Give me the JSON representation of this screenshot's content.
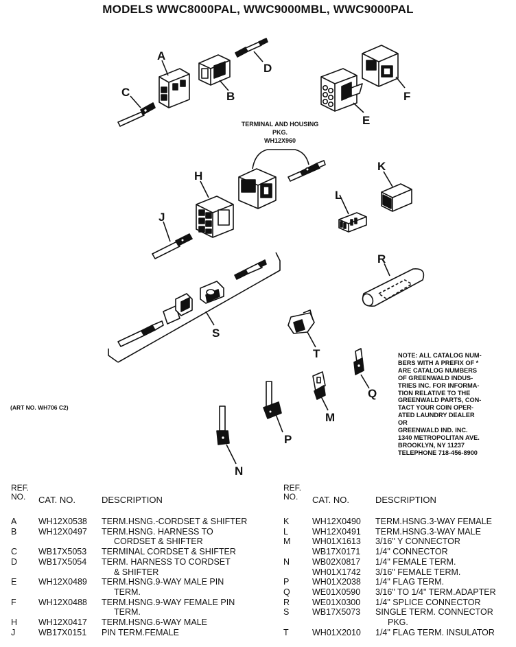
{
  "title": "MODELS WWC8000PAL, WWC9000MBL, WWC9000PAL",
  "callouts": {
    "A": "A",
    "B": "B",
    "C": "C",
    "D": "D",
    "E": "E",
    "F": "F",
    "H": "H",
    "J": "J",
    "K": "K",
    "L": "L",
    "R": "R",
    "S": "S",
    "T": "T",
    "Q": "Q",
    "M": "M",
    "P": "P",
    "N": "N"
  },
  "pkg_label": {
    "line1": "TERMINAL AND HOUSING",
    "line2": "PKG.",
    "line3": "WH12X960"
  },
  "art_no": "(ART NO. WH706 C2)",
  "note": [
    "NOTE: ALL CATALOG NUM-",
    "BERS WITH A PREFIX OF *",
    "ARE CATALOG NUMBERS",
    "OF GREENWALD INDUS-",
    "TRIES INC. FOR INFORMA-",
    "TION RELATIVE TO THE",
    "GREENWALD PARTS, CON-",
    "TACT YOUR COIN OPER-",
    "ATED LAUNDRY DEALER",
    "OR",
    "GREENWALD IND. INC.",
    "1340 METROPOLITAN AVE.",
    "BROOKLYN, NY 11237",
    "TELEPHONE 718-456-8900"
  ],
  "table_headers": {
    "ref1": "REF.",
    "ref2": "NO.",
    "cat": "CAT. NO.",
    "desc": "DESCRIPTION"
  },
  "parts_left": [
    {
      "ref": "A",
      "cat": "WH12X0538",
      "desc": [
        "TERM.HSNG.-CORDSET & SHIFTER"
      ]
    },
    {
      "ref": "B",
      "cat": "WH12X0497",
      "desc": [
        "TERM.HSNG. HARNESS TO",
        "CORDSET & SHIFTER"
      ]
    },
    {
      "ref": "C",
      "cat": "WB17X5053",
      "desc": [
        "TERMINAL CORDSET & SHIFTER"
      ]
    },
    {
      "ref": "D",
      "cat": "WB17X5054",
      "desc": [
        "TERM. HARNESS TO CORDSET",
        "& SHIFTER"
      ]
    },
    {
      "ref": "E",
      "cat": "WH12X0489",
      "desc": [
        "TERM.HSNG.9-WAY MALE PIN",
        "TERM."
      ]
    },
    {
      "ref": "F",
      "cat": "WH12X0488",
      "desc": [
        "TERM.HSNG.9-WAY FEMALE PIN",
        "TERM."
      ]
    },
    {
      "ref": "H",
      "cat": "WH12X0417",
      "desc": [
        "TERM.HSNG.6-WAY MALE"
      ]
    },
    {
      "ref": "J",
      "cat": "WB17X0151",
      "desc": [
        "PIN TERM.FEMALE"
      ]
    }
  ],
  "parts_right": [
    {
      "ref": "K",
      "cat": "WH12X0490",
      "desc": [
        "TERM.HSNG.3-WAY FEMALE"
      ]
    },
    {
      "ref": "L",
      "cat": "WH12X0491",
      "desc": [
        "TERM.HSNG.3-WAY MALE"
      ]
    },
    {
      "ref": "M",
      "cat": "WH01X1613",
      "desc": [
        "3/16\" Y CONNECTOR"
      ]
    },
    {
      "ref": "",
      "cat": "WB17X0171",
      "desc": [
        "1/4\" CONNECTOR"
      ]
    },
    {
      "ref": "N",
      "cat": "WB02X0817",
      "desc": [
        "1/4\" FEMALE TERM."
      ]
    },
    {
      "ref": "",
      "cat": "WH01X1742",
      "desc": [
        "3/16\" FEMALE TERM."
      ]
    },
    {
      "ref": "P",
      "cat": "WH01X2038",
      "desc": [
        "1/4\" FLAG TERM."
      ]
    },
    {
      "ref": "Q",
      "cat": "WE01X0590",
      "desc": [
        "3/16\" TO 1/4\" TERM.ADAPTER"
      ]
    },
    {
      "ref": "R",
      "cat": "WE01X0300",
      "desc": [
        "1/4\" SPLICE CONNECTOR"
      ]
    },
    {
      "ref": "S",
      "cat": "WB17X5073",
      "desc": [
        "SINGLE TERM. CONNECTOR",
        "PKG."
      ]
    },
    {
      "ref": "T",
      "cat": "WH01X2010",
      "desc": [
        "1/4\" FLAG TERM. INSULATOR"
      ]
    }
  ]
}
